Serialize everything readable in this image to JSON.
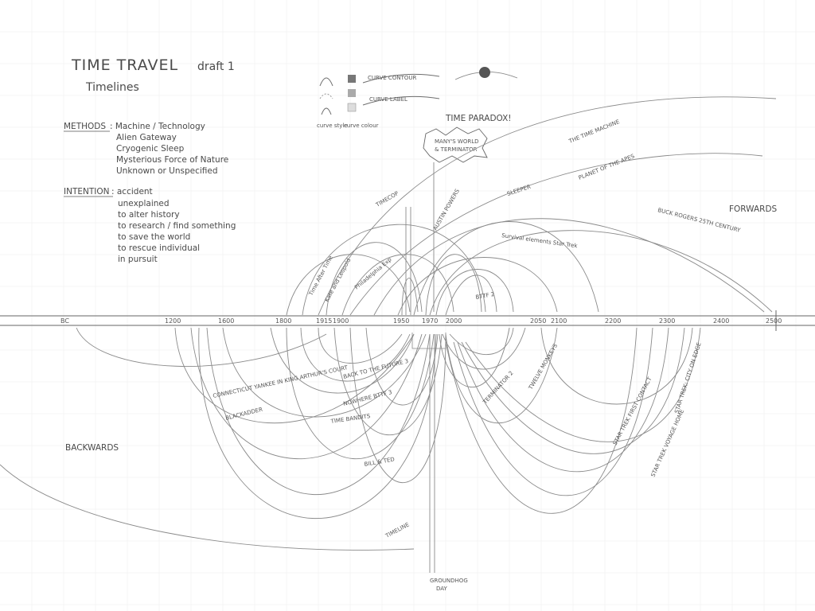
{
  "title": "TIME TRAVEL",
  "draft": "draft 1",
  "subtitle": "Timelines",
  "methods": {
    "heading": "METHODS",
    "items": [
      ": Machine / Technology",
      "Alien Gateway",
      "Cryogenic Sleep",
      "Mysterious Force of Nature",
      "Unknown or Unspecified"
    ]
  },
  "intention": {
    "heading": "INTENTION",
    "items": [
      ": accident",
      "unexplained",
      "to alter history",
      "to research / find something",
      "to save the world",
      "to rescue individual",
      "in pursuit"
    ]
  },
  "legend": {
    "curve_style": "curve style",
    "curve_colour": "curve colour",
    "curve_contour": "CURVE CONTOUR",
    "curve_label": "CURVE LABEL"
  },
  "paradox": {
    "title": "TIME PARADOX!",
    "box": [
      "MANY'S WORLD",
      "& TERMINATOR"
    ]
  },
  "timeline": {
    "ticks": [
      "BC",
      "1200",
      "1600",
      "1800",
      "1915",
      "1900",
      "1950",
      "1970",
      "2000",
      "2050",
      "2100",
      "2200",
      "2300",
      "2400",
      "2500"
    ]
  },
  "directions": {
    "forward": "FORWARDS",
    "backward": "BACKWARDS"
  },
  "forward_labels": [
    "THE TIME MACHINE",
    "PLANET OF THE APES",
    "BUCK ROGERS 25TH CENTURY",
    "SLEEPER",
    "Survival elements Star Trek",
    "BTTF 2",
    "TIMECOP",
    "AUSTIN POWERS",
    "Time After Time",
    "Kate and Leopold",
    "Philadelphia Exp"
  ],
  "backward_labels": [
    "CONNECTICUT YANKEE IN KING ARTHUR'S COURT",
    "BLACKADDER",
    "BACK TO THE FUTURE 3",
    "NOWHERE BTTF 3",
    "TIME BANDITS",
    "BILL & TED",
    "TERMINATOR 2",
    "TIMELINE",
    "TWELVE MONKEYS",
    "STAR TREK FIRST CONTACT",
    "STAR TREK VOYAGE HOME",
    "STAR TREK: CITY ON EDGE"
  ],
  "groundhog": [
    "GROUNDHOG",
    "DAY"
  ]
}
